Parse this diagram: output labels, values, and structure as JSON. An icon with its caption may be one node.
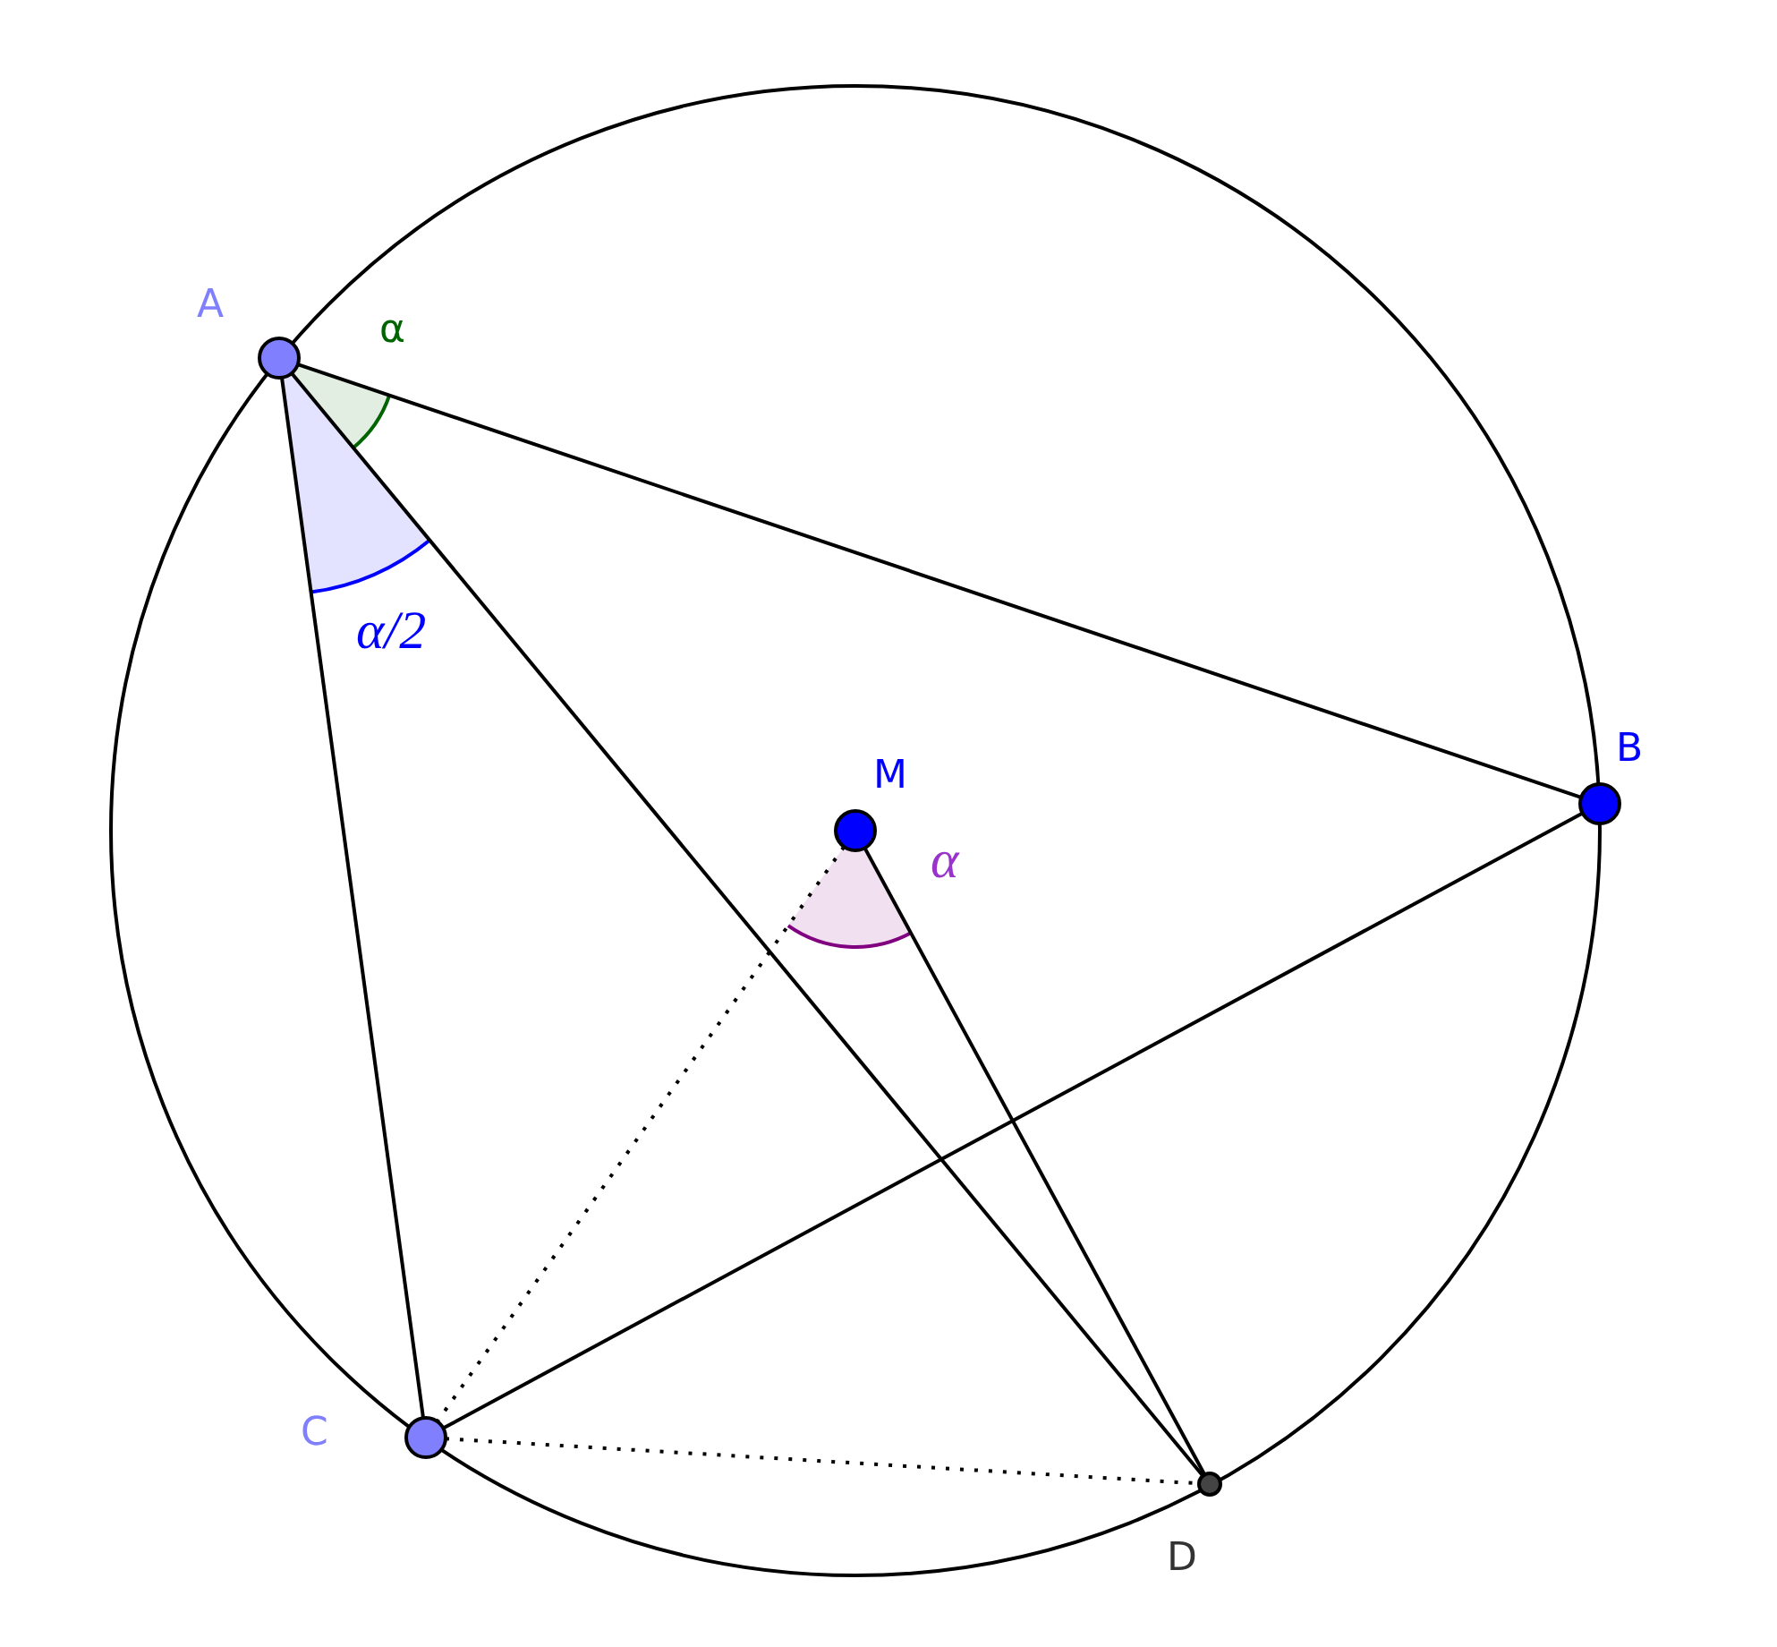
{
  "diagram": {
    "nodes": [
      {
        "text": [],
        "shape": "circle",
        "beside": [
          "A"
        ]
      },
      {
        "text": [],
        "shape": "circle",
        "beside": [
          "B"
        ]
      },
      {
        "text": [],
        "shape": "circle",
        "beside": [
          "M"
        ]
      },
      {
        "text": [],
        "shape": "circle",
        "beside": [
          "C"
        ]
      },
      {
        "text": [],
        "shape": "circle",
        "beside": [
          "D"
        ]
      }
    ],
    "edges": [
      {
        "from": 0,
        "to": 1,
        "arrow": "none"
      },
      {
        "from": 0,
        "to": 3,
        "arrow": "none"
      },
      {
        "from": 0,
        "to": 4,
        "arrow": "none"
      },
      {
        "from": 3,
        "to": 1,
        "arrow": "none"
      },
      {
        "from": 2,
        "to": 4,
        "arrow": "none"
      },
      {
        "from": 2,
        "to": 3,
        "arrow": "none",
        "style": "dashed"
      },
      {
        "from": 3,
        "to": 4,
        "arrow": "none",
        "style": "dashed"
      }
    ],
    "labels": [
      "α",
      "α/2",
      "α"
    ]
  }
}
